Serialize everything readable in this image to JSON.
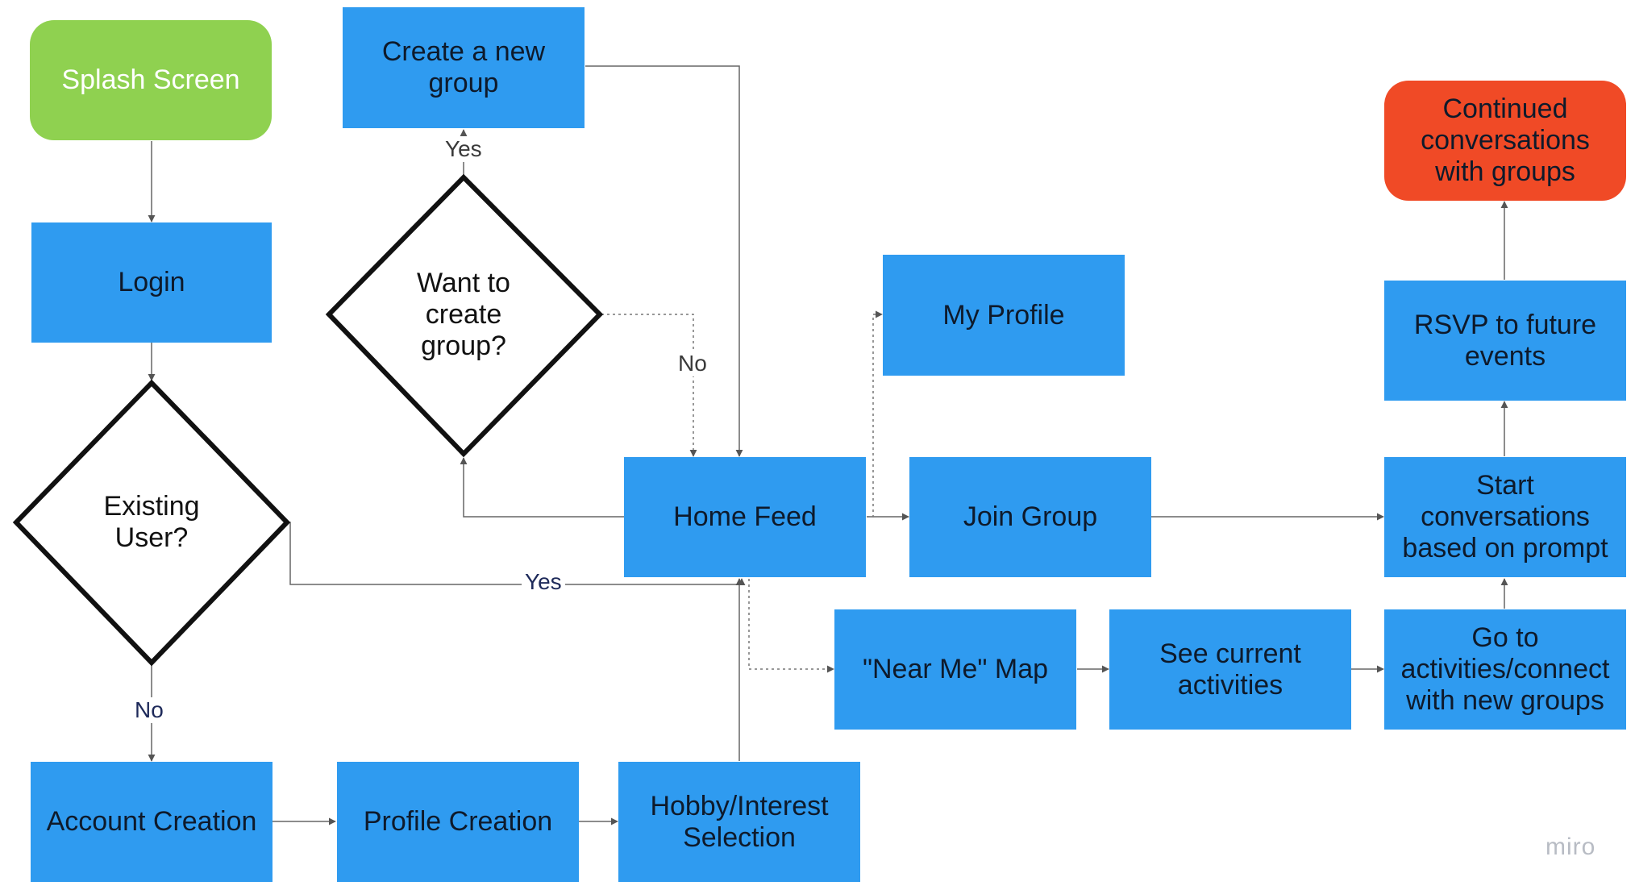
{
  "nodes": {
    "splash": "Splash Screen",
    "login": "Login",
    "existing_user": "Existing\nUser?",
    "account_creation": "Account Creation",
    "profile_creation": "Profile Creation",
    "hobby_selection": "Hobby/Interest\nSelection",
    "create_group": "Create a new\ngroup",
    "want_create": "Want to\ncreate\ngroup?",
    "home_feed": "Home Feed",
    "my_profile": "My Profile",
    "join_group": "Join Group",
    "near_me_map": "\"Near Me\" Map",
    "see_activities": "See current\nactivities",
    "go_to_activities": "Go to\nactivities/connect\nwith new groups",
    "start_conversations": "Start\nconversations\nbased on prompt",
    "rsvp": "RSVP to future\nevents",
    "continued": "Continued\nconversations\nwith groups"
  },
  "labels": {
    "yes_create": "Yes",
    "no_create": "No",
    "yes_existing": "Yes",
    "no_existing": "No"
  },
  "watermark": "miro",
  "colors": {
    "box": "#2f9bf0",
    "start": "#8fd150",
    "end": "#f04a26",
    "connector": "#555555"
  }
}
